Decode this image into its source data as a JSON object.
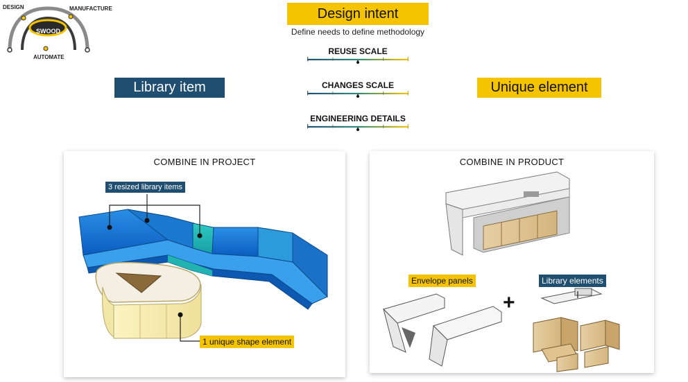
{
  "logo": {
    "brand": "SWOOD",
    "design": "DESIGN",
    "manufacture": "MANUFACTURE",
    "automate": "AUTOMATE"
  },
  "header": {
    "title": "Design intent",
    "subtitle": "Define needs to define methodology"
  },
  "scales": [
    {
      "label": "REUSE SCALE",
      "level": 0.5
    },
    {
      "label": "CHANGES SCALE",
      "level": 0.5
    },
    {
      "label": "ENGINEERING DETAILS",
      "level": 0.5
    }
  ],
  "left_tag": "Library item",
  "right_tag": "Unique element",
  "left_panel": {
    "title": "COMBINE IN PROJECT",
    "callout_top": "3 resized library items",
    "callout_bottom": "1 unique shape element"
  },
  "right_panel": {
    "title": "COMBINE IN PRODUCT",
    "callout_envelope": "Envelope panels",
    "callout_library": "Library elements",
    "plus": "+"
  },
  "colors": {
    "yellow": "#f5c400",
    "navy": "#1f4e70"
  }
}
